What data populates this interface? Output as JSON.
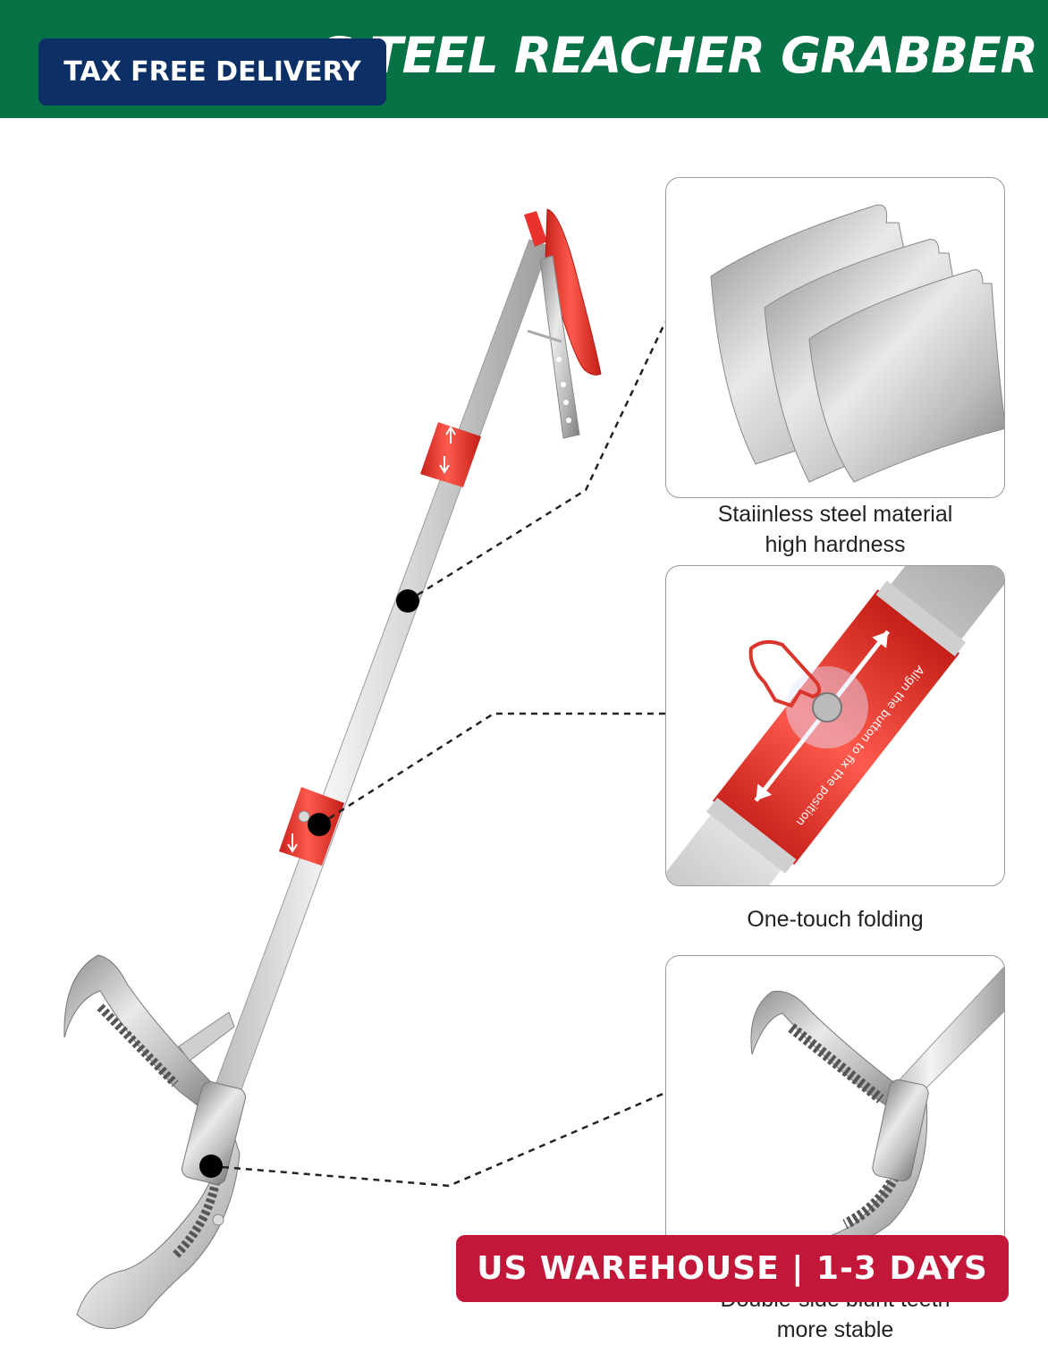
{
  "header": {
    "title": "S   TEEL REACHER GRABBER",
    "band_color": "#077245"
  },
  "badges": {
    "tax_free": "TAX FREE DELIVERY",
    "warehouse": "US WAREHOUSE | 1-3 DAYS",
    "tax_free_color": "#0c2f66",
    "warehouse_color": "#c3173a"
  },
  "features": [
    {
      "caption_line1": "Staiinless steel material",
      "caption_line2": "high hardness",
      "icon": "steel-sheets-icon"
    },
    {
      "caption_line1": "One-touch folding",
      "icon": "fold-button-icon",
      "tube_text": "Align the button to fix the position"
    },
    {
      "caption_line1": "Double-side blunt teeth",
      "caption_line2": "more stable",
      "icon": "jaw-teeth-icon"
    }
  ],
  "product": {
    "icon": "reacher-grabber-icon",
    "accent_color": "#e8322b"
  }
}
